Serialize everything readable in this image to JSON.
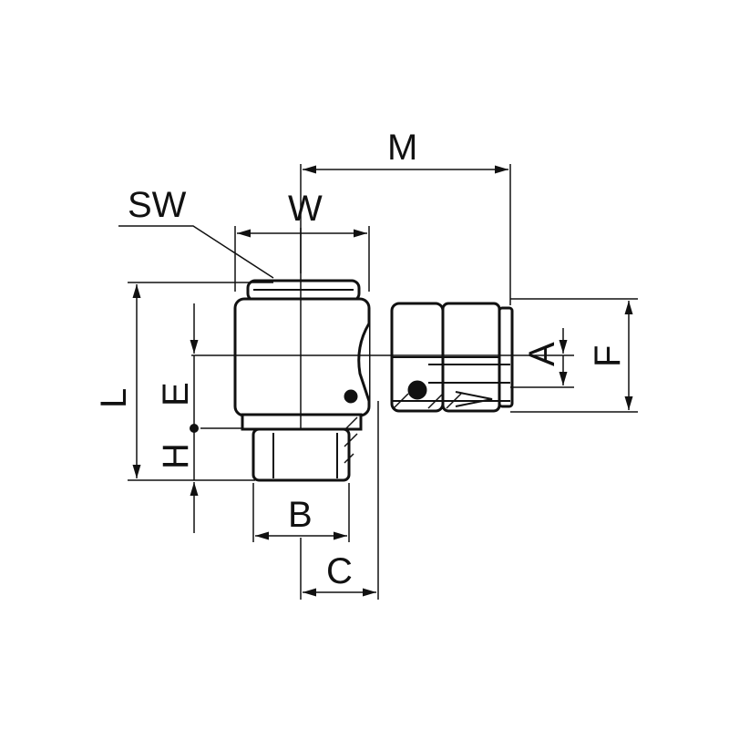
{
  "drawing": {
    "title": "Elbow push-in fitting with male thread – dimension drawing",
    "labels": {
      "M": "M",
      "SW": "SW",
      "W": "W",
      "L": "L",
      "E": "E",
      "H": "H",
      "B": "B",
      "C": "C",
      "A": "A",
      "F": "F"
    },
    "line_color": "#111111",
    "background": "#ffffff"
  }
}
